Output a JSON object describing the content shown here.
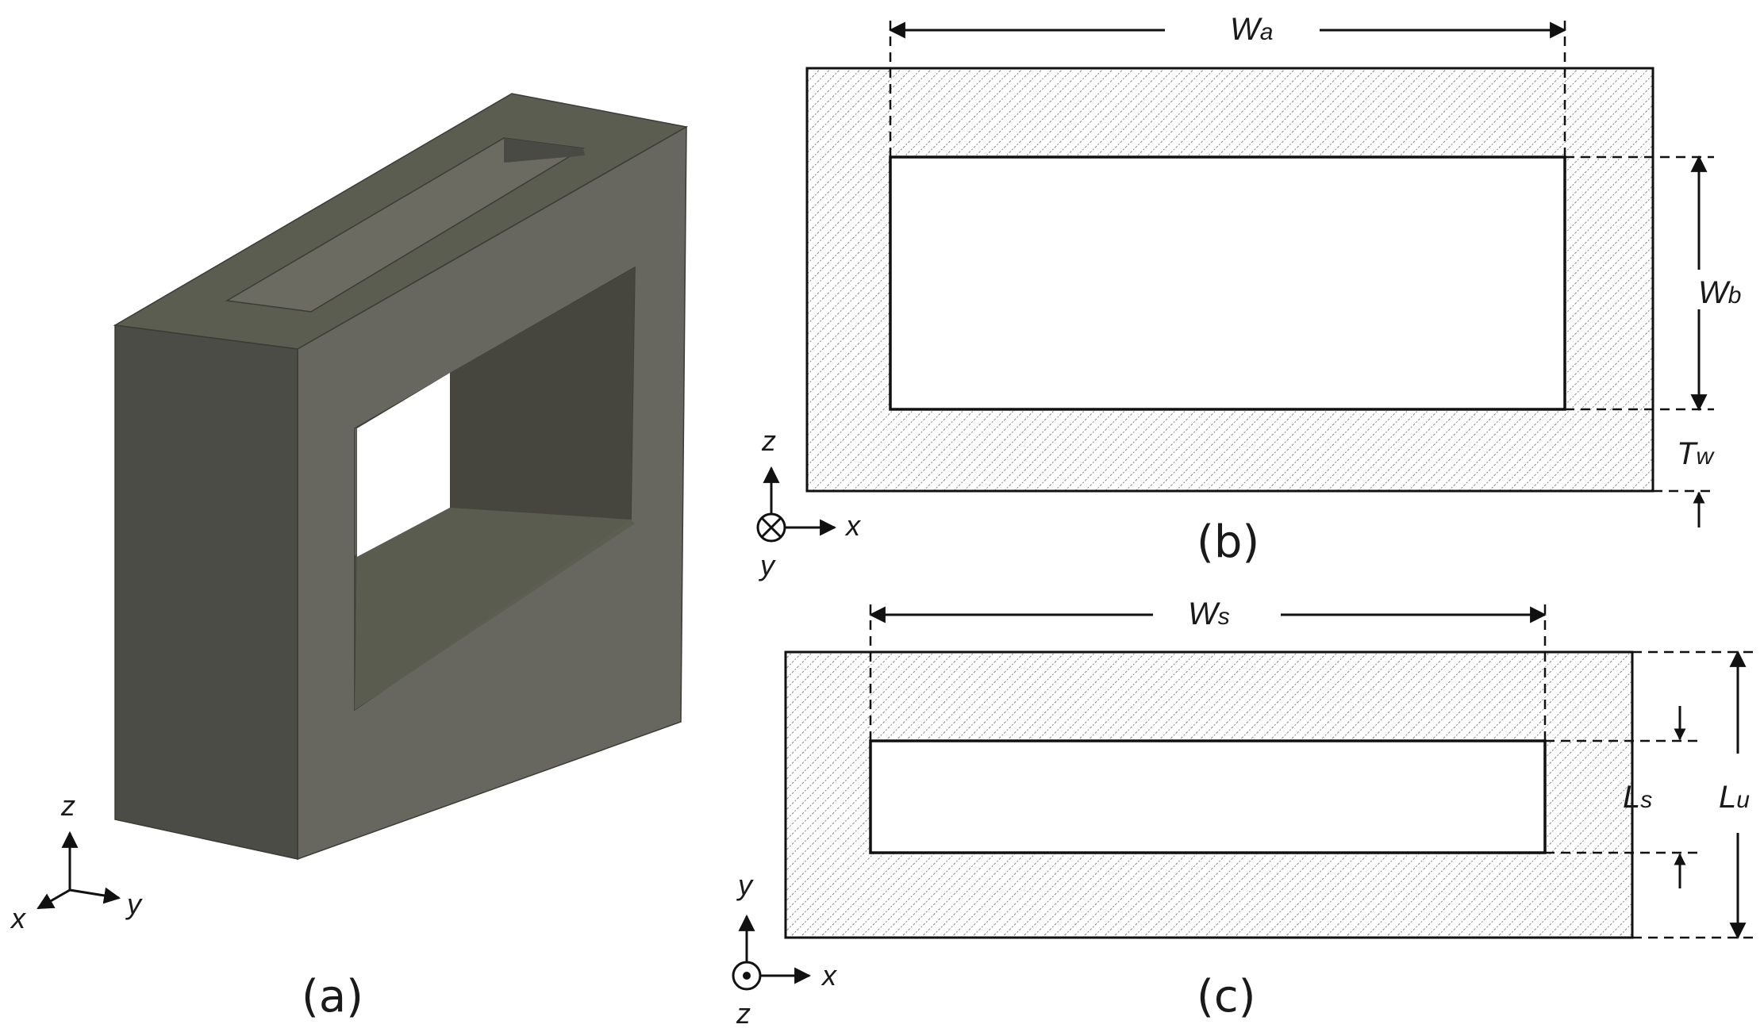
{
  "panels": {
    "a": {
      "caption": "(a)"
    },
    "b": {
      "caption": "(b)"
    },
    "c": {
      "caption": "(c)"
    }
  },
  "dims": {
    "wa": {
      "main": "W",
      "sub": "a"
    },
    "wb": {
      "main": "W",
      "sub": "b"
    },
    "tw": {
      "main": "T",
      "sub": "w"
    },
    "ws": {
      "main": "W",
      "sub": "s"
    },
    "ls": {
      "main": "L",
      "sub": "s"
    },
    "lu": {
      "main": "L",
      "sub": "u"
    }
  },
  "axes": {
    "a": {
      "z": "z",
      "x": "x",
      "y": "y"
    },
    "b": {
      "z": "z",
      "x": "x",
      "y": "y"
    },
    "c": {
      "y": "y",
      "x": "x",
      "z": "z"
    }
  },
  "colors": {
    "body_front": "#4c4d45",
    "body_right": "#66655e",
    "body_top": "#5a5c50",
    "hatch": "#555555",
    "outline": "#111111"
  }
}
